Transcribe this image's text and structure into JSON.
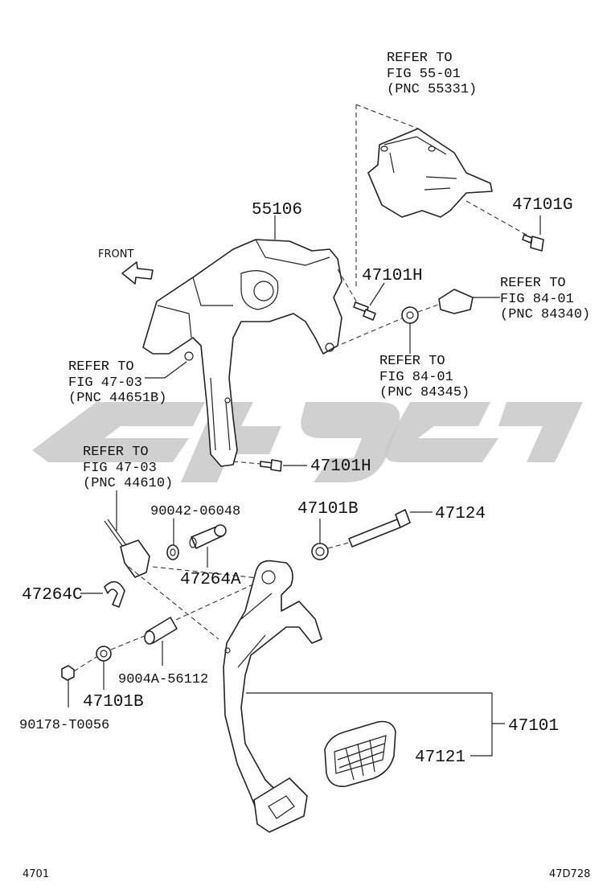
{
  "page": {
    "footer_left": "4701",
    "footer_right": "47D728",
    "front_label": "FRONT"
  },
  "callouts": {
    "ref_55331": [
      "REFER TO",
      "FIG 55-01",
      "(PNC 55331)"
    ],
    "ref_84340": [
      "REFER TO",
      "FIG 84-01",
      "(PNC 84340)"
    ],
    "ref_84345": [
      "REFER TO",
      "FIG 84-01",
      "(PNC 84345)"
    ],
    "ref_44651b": [
      "REFER TO",
      "FIG 47-03",
      "(PNC 44651B)"
    ],
    "ref_44610": [
      "REFER TO",
      "FIG 47-03",
      "(PNC 44610)"
    ]
  },
  "parts": {
    "p55106": "55106",
    "p47101g": "47101G",
    "p47101h_a": "47101H",
    "p47101h_b": "47101H",
    "p90042": "90042-06048",
    "p47101b_a": "47101B",
    "p47124": "47124",
    "p47264a": "47264A",
    "p47264c": "47264C",
    "p9004a": "9004A-56112",
    "p47101b_b": "47101B",
    "p90178": "90178-T0056",
    "p47101": "47101",
    "p47121": "47121"
  },
  "colors": {
    "line": "#222222",
    "watermark": "#c8c8c8",
    "background": "#ffffff"
  }
}
